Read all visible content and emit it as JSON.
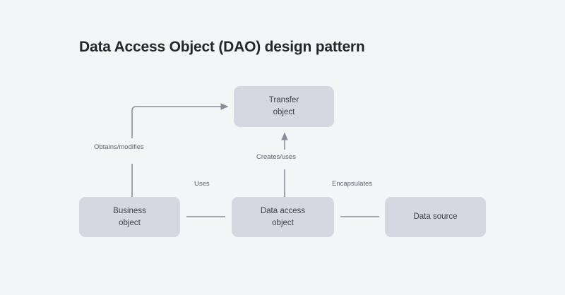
{
  "diagram": {
    "title": "Data Access Object (DAO) design pattern",
    "background_color": "#f4f5f7",
    "node_fill_color": "#d6d7e0",
    "node_text_color": "#3d4049",
    "edge_color": "#8a8d99",
    "title_color": "#24262b",
    "nodes": [
      {
        "id": "transfer",
        "label": "Transfer\nobject"
      },
      {
        "id": "business",
        "label": "Business\nobject"
      },
      {
        "id": "dao",
        "label": "Data access\nobject"
      },
      {
        "id": "datasource",
        "label": "Data source"
      }
    ],
    "edges": [
      {
        "id": "obtains",
        "label": "Obtains/modifies",
        "from": "business",
        "to": "transfer",
        "arrow": "directed"
      },
      {
        "id": "creates",
        "label": "Creates/uses",
        "from": "dao",
        "to": "transfer",
        "arrow": "directed"
      },
      {
        "id": "uses",
        "label": "Uses",
        "from": "business",
        "to": "dao",
        "arrow": "plain"
      },
      {
        "id": "encapsulates",
        "label": "Encapsulates",
        "from": "dao",
        "to": "datasource",
        "arrow": "plain"
      }
    ]
  }
}
